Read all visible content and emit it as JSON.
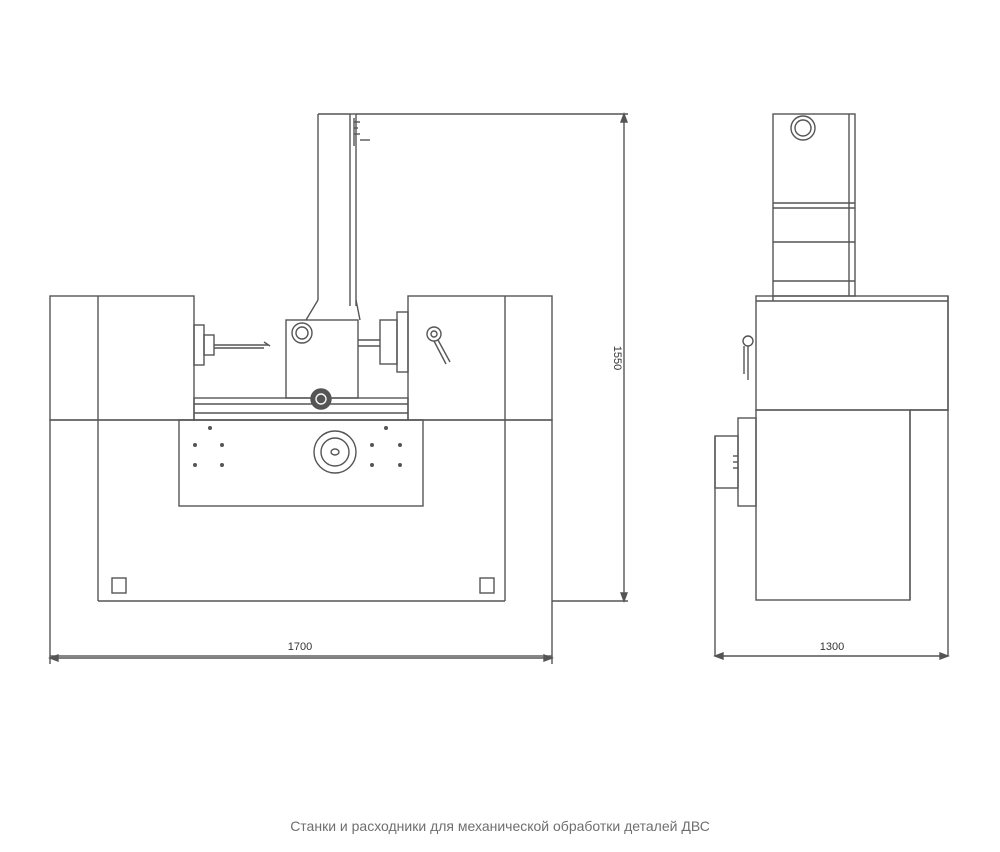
{
  "drawing": {
    "dimensions": {
      "front_width": "1700",
      "height": "1550",
      "side_width": "1300"
    },
    "caption": "Станки и расходники для механической обработки деталей ДВС"
  },
  "colors": {
    "line": "#555555",
    "fill": "#f8f8f8",
    "caption": "#6f6f6f"
  }
}
